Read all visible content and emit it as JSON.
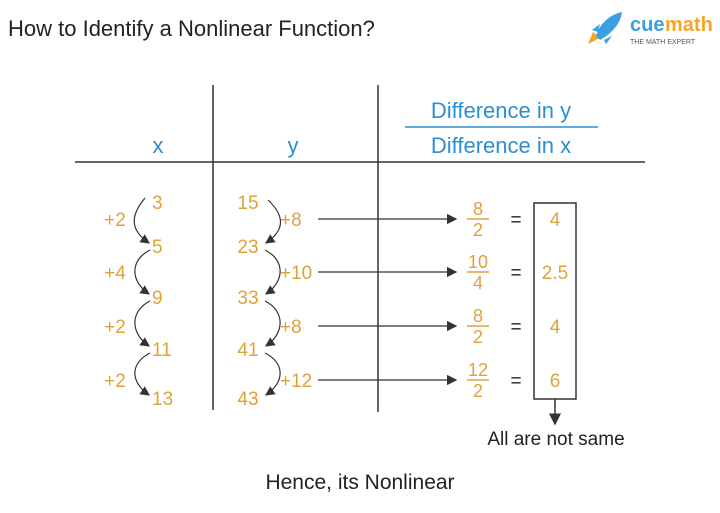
{
  "title": "How to Identify a Nonlinear Function?",
  "logo": {
    "brand_left": "cue",
    "brand_right": "math",
    "tagline": "THE MATH EXPERT"
  },
  "headers": {
    "x": "x",
    "y": "y",
    "ratio_numerator": "Difference in y",
    "ratio_denominator": "Difference in x"
  },
  "x_values": [
    "3",
    "5",
    "9",
    "11",
    "13"
  ],
  "x_diffs": [
    "+2",
    "+4",
    "+2",
    "+2"
  ],
  "y_values": [
    "15",
    "23",
    "33",
    "41",
    "43"
  ],
  "y_diffs": [
    "+8",
    "+10",
    "+8",
    "+12"
  ],
  "fractions": [
    {
      "num": "8",
      "den": "2",
      "eq": "=",
      "result": "4"
    },
    {
      "num": "10",
      "den": "4",
      "eq": "=",
      "result": "2.5"
    },
    {
      "num": "8",
      "den": "2",
      "eq": "=",
      "result": "4"
    },
    {
      "num": "12",
      "den": "2",
      "eq": "=",
      "result": "6"
    }
  ],
  "note": "All are not same",
  "conclusion": "Hence, its  Nonlinear",
  "colors": {
    "orange": "#e0a238",
    "blue": "#2c8fd1",
    "logo_orange": "#f5a623"
  }
}
